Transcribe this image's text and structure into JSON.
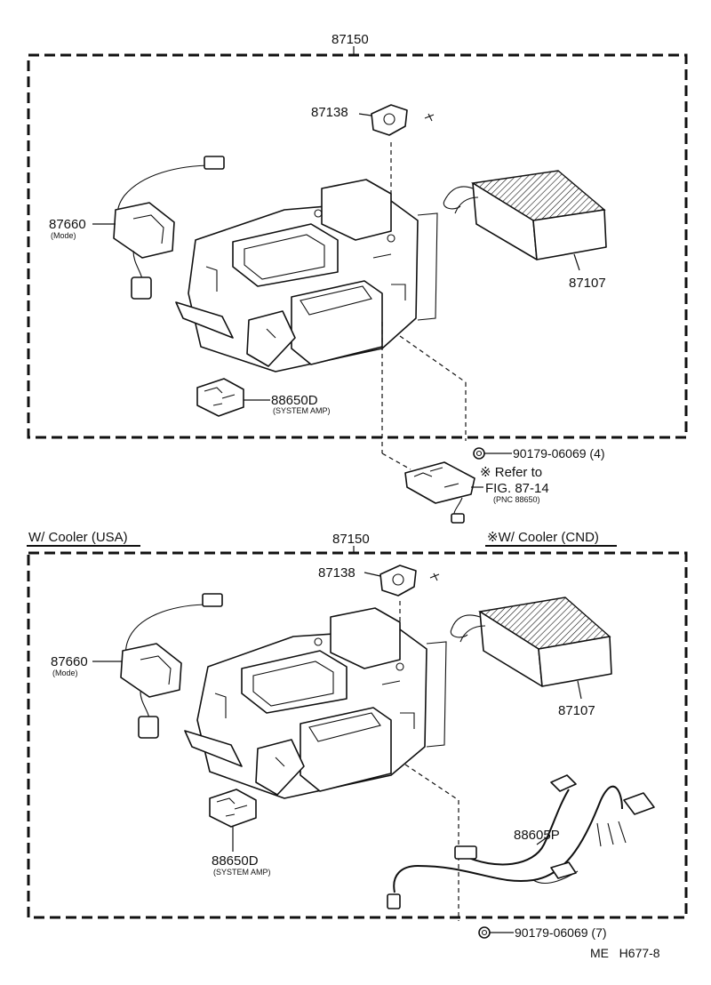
{
  "top_section": {
    "assembly_label": "87150",
    "servo_label": "87138",
    "mode_actuator_label": "87660",
    "mode_actuator_sub": "(Mode)",
    "evaporator_label": "87107",
    "amp_label": "88650D",
    "amp_sub": "(SYSTEM AMP)",
    "nut_label": "90179-06069 (4)",
    "refer_line1": "※ Refer to",
    "refer_line2": "FIG. 87-14",
    "refer_line3": "(PNC 88650)"
  },
  "bottom_section": {
    "heading_left": "W/ Cooler (USA)",
    "heading_right": "※W/ Cooler (CND)",
    "assembly_label": "87150",
    "servo_label": "87138",
    "mode_actuator_label": "87660",
    "mode_actuator_sub": "(Mode)",
    "evaporator_label": "87107",
    "amp_label": "88650D",
    "amp_sub": "(SYSTEM AMP)",
    "harness_label": "88605P",
    "nut_label": "90179-06069 (7)"
  },
  "footer": {
    "code": "ME   H677-8"
  }
}
